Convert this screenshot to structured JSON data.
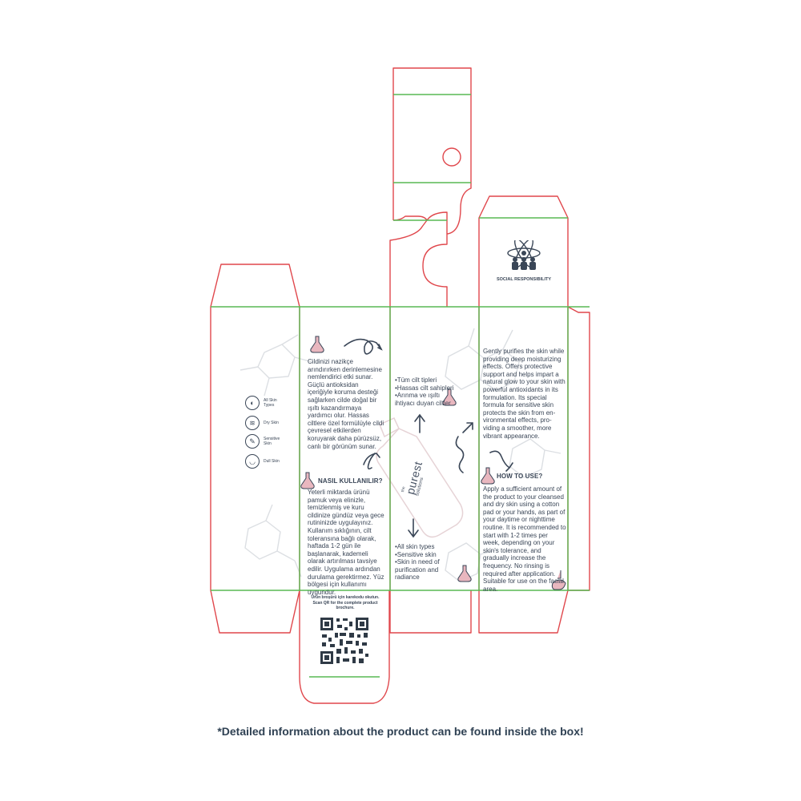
{
  "colors": {
    "cut_line": "#e0474c",
    "fold_line": "#59b954",
    "text": "#3a4657",
    "flask_tint": "#e9b7bf"
  },
  "left_panel": {
    "skin_types": [
      {
        "label": "All Skin Types",
        "icon": "all-skin-icon"
      },
      {
        "label": "Dry Skin",
        "icon": "dry-skin-icon"
      },
      {
        "label": "Sensitive Skin",
        "icon": "sensitive-skin-icon"
      },
      {
        "label": "Dull Skin",
        "icon": "dull-skin-icon"
      }
    ]
  },
  "turkish_panel": {
    "description": "Cildinizi nazikçe arındırırken derinlemesine nemlendirici etki sunar. Güçlü antioksidan içeriğiyle koruma desteği sağlarken cilde doğal bir ışıltı kazandırmaya yardımcı olur. Hassas ciltlere özel formülüyle cildi çevresel etkilerden koruyarak daha pürüzsüz, canlı bir görünüm sunar.",
    "how_to_heading": "NASIL KULLANILIR?",
    "how_to_text": "Yeterli miktarda ürünü pamuk veya elinizle, temizlenmiş ve kuru cildinize gündüz veya gece rutininizde uygulayınız. Kullanım sıklığının, cilt toleransına bağlı olarak, haftada 1-2 gün ile başlanarak, kademeli olarak artırılması tavsiye edilir. Uygulama ardından durulama gerektirmez. Yüz bölgesi için kullanımı uygundur."
  },
  "front_panel": {
    "tr_bullets": [
      "•Tüm cilt tipleri",
      "•Hassas cilt sahipleri",
      "•Arınma ve ışıltı",
      "ihtiyacı duyan ciltler"
    ],
    "en_bullets": [
      "•All skin types",
      "•Sensitive skin",
      "•Skin in need of",
      "purification and",
      "radiance"
    ],
    "brand": {
      "small": "the",
      "main": "purest",
      "sub": "solutions"
    }
  },
  "english_panel": {
    "description": "Gently purifies the skin while providing deep moisturizing effects. Offers protective support and helps impart a natural glow to your skin with powerful antioxidants in its formulation. Its special formula for sensitive skin protects the skin from en-vironmental effects, pro-viding a smoother, more vibrant appearance.",
    "how_to_heading": "HOW TO USE?",
    "how_to_text": "Apply a sufficient amount of the product to your cleansed and dry skin using a cotton pad or your hands, as part of your daytime or nighttime routine. It is recommended to start with 1-2 times per week, depending on your skin's tolerance, and gradually increase the frequency. No rinsing is required after application. Suitable for use on the facial area."
  },
  "top_flap": {
    "badge_label": "SOCIAL RESPONSIBILITY",
    "badge_icon": "social-responsibility-icon"
  },
  "qr_flap": {
    "caption_tr": "Ürün broşürü için karekodu okutun.",
    "caption_en": "Scan QR for the complete product brochure."
  },
  "footer_note": "*Detailed information about the product can be found inside the box!"
}
